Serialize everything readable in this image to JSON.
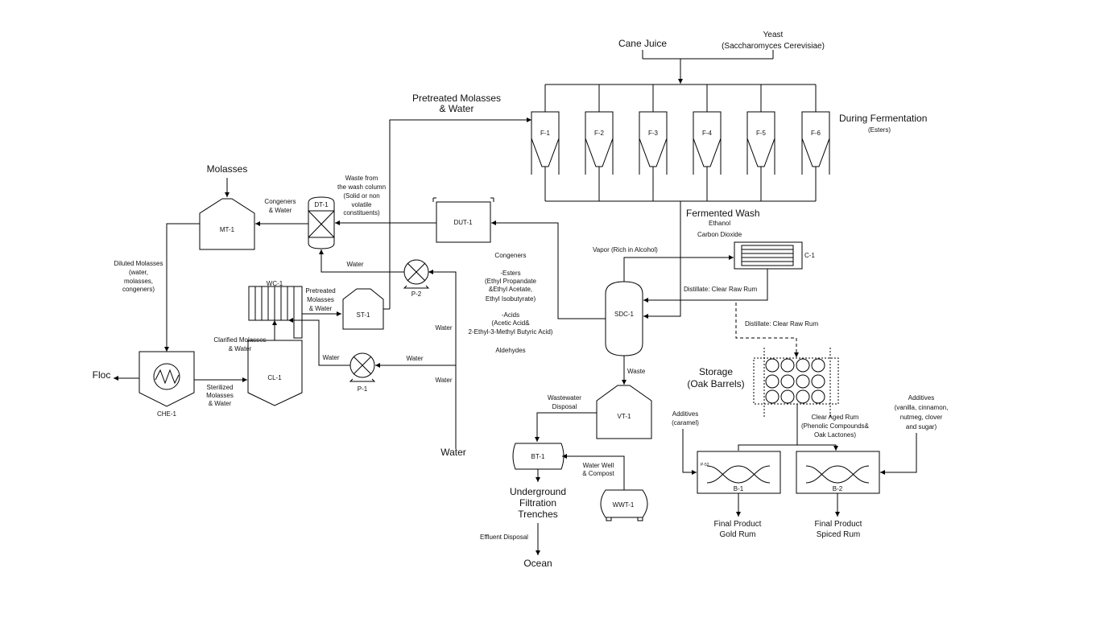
{
  "feeds": {
    "cane_juice": "Cane Juice",
    "yeast_1": "Yeast",
    "yeast_2": "(Saccharomyces Cerevisiae)",
    "molasses": "Molasses",
    "water_bottom": "Water"
  },
  "fermentation": {
    "pretreated_1": "Pretreated Molasses",
    "pretreated_2": "& Water",
    "during": "During Fermentation",
    "esters": "(Esters)",
    "tanks": [
      "F-1",
      "F-2",
      "F-3",
      "F-4",
      "F-5",
      "F-6"
    ],
    "fermented_wash": "Fermented Wash",
    "ethanol": "Ethanol",
    "co2": "Carbon Dioxide"
  },
  "equipment": {
    "mt1": "MT-1",
    "dt1": "DT-1",
    "dut1": "DUT-1",
    "wc1": "WC-1",
    "st1": "ST-1",
    "p2": "P-2",
    "p1": "P-1",
    "cl1": "CL-1",
    "che1": "CHE-1",
    "sdc1": "SDC-1",
    "c1": "C-1",
    "vt1": "VT-1",
    "bt1": "BT-1",
    "wwt1": "WWT-1",
    "b1": "B-1",
    "b2": "B-2",
    "p52": "P-52"
  },
  "labels": {
    "congeners_water_1": "Congeners",
    "congeners_water_2": "& Water",
    "waste_wash_1": "Waste from",
    "waste_wash_2": "the wash column",
    "waste_wash_3": "(Solid or non",
    "waste_wash_4": "volatile",
    "waste_wash_5": "constituents)",
    "water_dt": "Water",
    "diluted_1": "Diluted Molasses",
    "diluted_2": "(water,",
    "diluted_3": "molasses,",
    "diluted_4": "congeners)",
    "pretreated_st_1": "Pretreated",
    "pretreated_st_2": "Molasses",
    "pretreated_st_3": "& Water",
    "clarified_1": "Clarified Molasses",
    "clarified_2": "& Water",
    "water_p1_left": "Water",
    "water_p1_right": "Water",
    "water_mid_upper": "Water",
    "water_mid_lower": "Water",
    "floc": "Floc",
    "sterilized_1": "Sterilized",
    "sterilized_2": "Molasses",
    "sterilized_3": "& Water",
    "congeners_title": "Congeners",
    "esters_1": "-Esters",
    "esters_2": "(Ethyl Propandate",
    "esters_3": "&Ethyl Acetate,",
    "esters_4": "Ethyl Isobutyrate)",
    "acids_1": "-Acids",
    "acids_2": "(Acetic Acid&",
    "acids_3": "2-Ethyl-3-Methyl Butyric Acid)",
    "aldehydes": "Aldehydes",
    "vapor": "Vapor (Rich in Alcohol)",
    "distillate_1": "Distillate: Clear Raw Rum",
    "distillate_2": "Distillate: Clear Raw Rum",
    "waste": "Waste",
    "wastewater_1": "Wastewater",
    "wastewater_2": "Disposal",
    "water_well_1": "Water Well",
    "water_well_2": "& Compost",
    "underground_1": "Underground",
    "underground_2": "Filtration",
    "underground_3": "Trenches",
    "effluent": "Effluent Disposal",
    "ocean": "Ocean",
    "storage_1": "Storage",
    "storage_2": "(Oak Barrels)",
    "aged_1": "Clear Aged Rum",
    "aged_2": "(Phenolic Compounds&",
    "aged_3": "Oak Lactones)",
    "add_left_1": "Additives",
    "add_left_2": "(caramel)",
    "add_right_1": "Additives",
    "add_right_2": "(vanilla, cinnamon,",
    "add_right_3": "nutmeg, clover",
    "add_right_4": "and sugar)",
    "gold_1": "Final Product",
    "gold_2": "Gold Rum",
    "spiced_1": "Final Product",
    "spiced_2": "Spiced Rum"
  }
}
